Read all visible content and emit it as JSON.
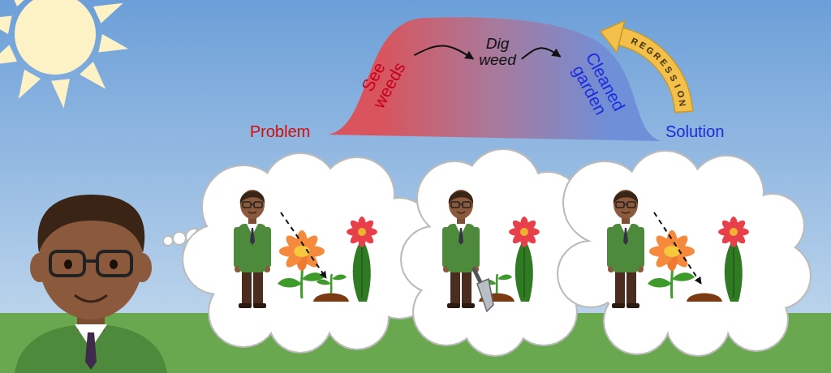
{
  "diagram": {
    "nodes": [
      {
        "text": [
          "Problem",
          "Solution"
        ]
      },
      {
        "text": [
          "See weeds"
        ],
        "in": 0
      },
      {
        "text": [
          "Dig weed"
        ],
        "in": 0
      },
      {
        "text": [
          "Cleaned garden"
        ],
        "in": 0
      }
    ],
    "edges": [
      {
        "from": 1,
        "to": 2,
        "arrow": "to"
      },
      {
        "from": 2,
        "to": 3,
        "arrow": "to"
      }
    ],
    "labels": [
      "REGRESSION"
    ]
  }
}
